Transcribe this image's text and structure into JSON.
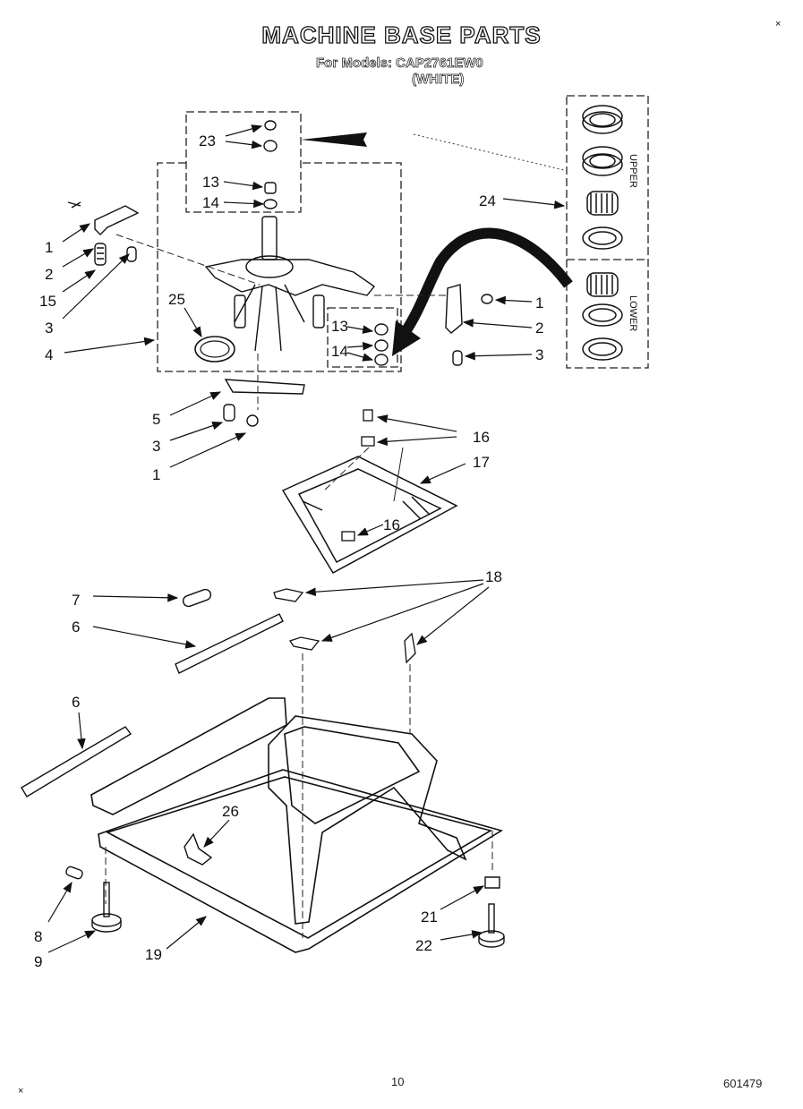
{
  "header": {
    "title": "MACHINE BASE PARTS",
    "models_line": "For Models: CAP2761EW0",
    "color_line": "(WHITE)"
  },
  "seal_kit": {
    "upper_label": "UPPER",
    "lower_label": "LOWER"
  },
  "callouts": {
    "c23": "23",
    "c13a": "13",
    "c14a": "14",
    "c1a": "1",
    "c2a": "2",
    "c15": "15",
    "c3a": "3",
    "c4": "4",
    "c25": "25",
    "c13b": "13",
    "c14b": "14",
    "c24": "24",
    "c1b": "1",
    "c2b": "2",
    "c3b": "3",
    "c5": "5",
    "c3c": "3",
    "c1c": "1",
    "c16a": "16",
    "c17": "17",
    "c16b": "16",
    "c18": "18",
    "c7": "7",
    "c6a": "6",
    "c6b": "6",
    "c26": "26",
    "c8": "8",
    "c9": "9",
    "c19": "19",
    "c21": "21",
    "c22": "22"
  },
  "footer": {
    "page_number": "10",
    "doc_number": "601479"
  }
}
